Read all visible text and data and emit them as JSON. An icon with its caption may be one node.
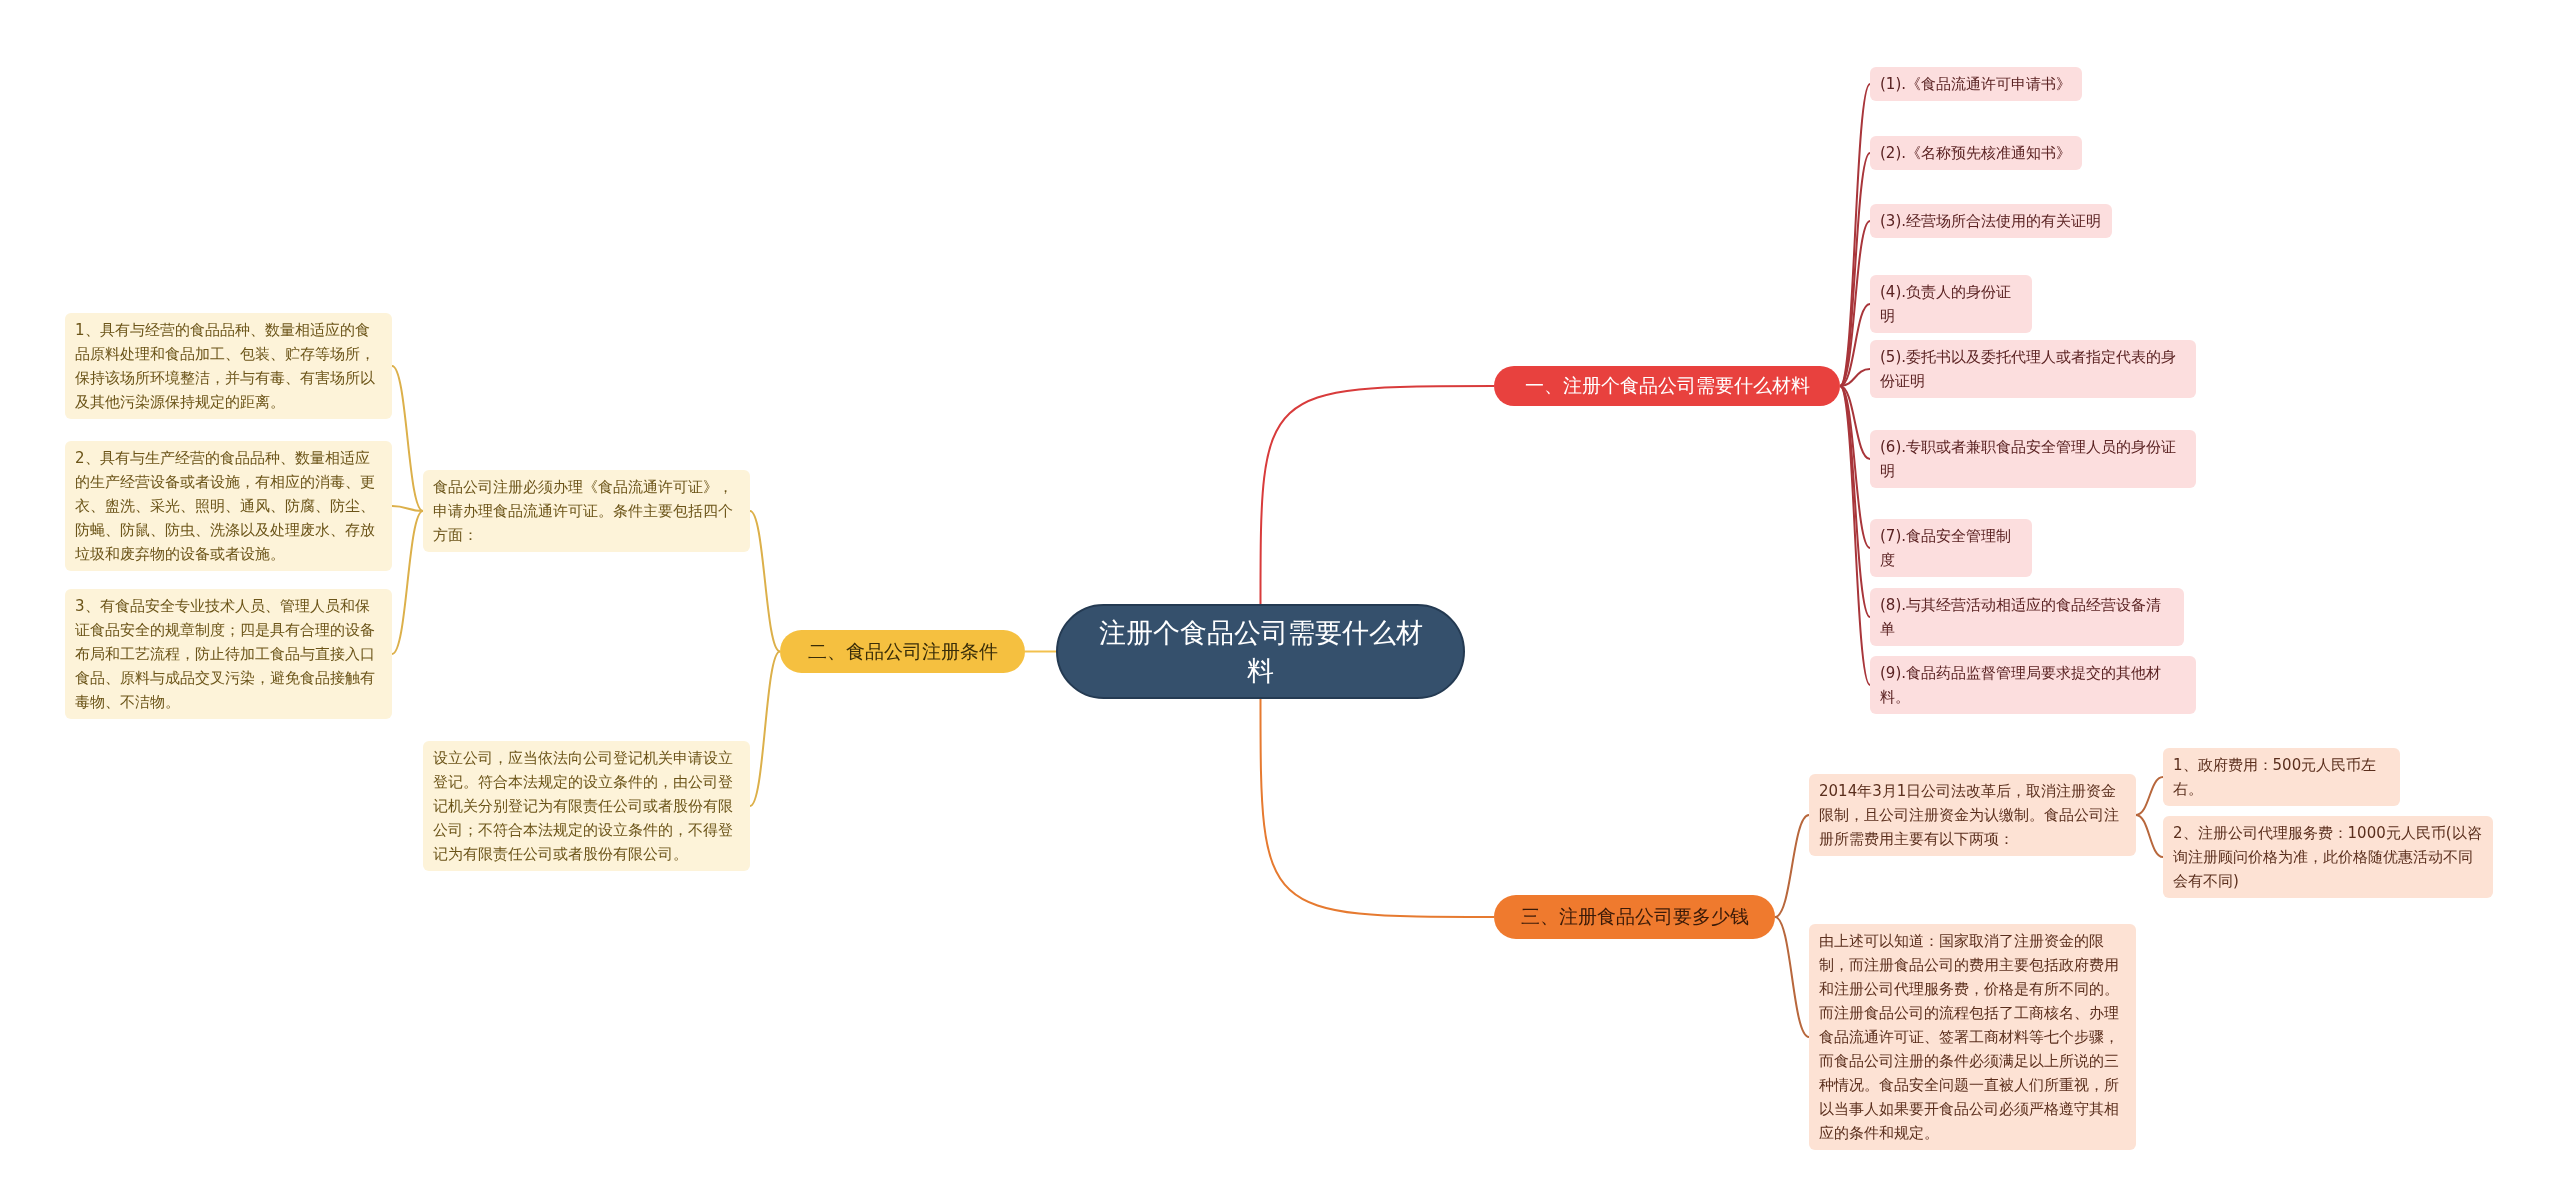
{
  "diagram": {
    "nodes": [
      {
        "text": [
          "注册个食品公司需要什么材料"
        ]
      },
      {
        "text": [
          "一、注册个食品公司需要什么材料"
        ]
      },
      {
        "text": [
          "(1).《食品流通许可申请书》"
        ]
      },
      {
        "text": [
          "(2).《名称预先核准通知书》"
        ]
      },
      {
        "text": [
          "(3).经营场所合法使用的有关证明"
        ]
      },
      {
        "text": [
          "(4).负责人的身份证明"
        ]
      },
      {
        "text": [
          "(5).委托书以及委托代理人或者指定代表的身份证明"
        ]
      },
      {
        "text": [
          "(6).专职或者兼职食品安全管理人员的身份证明"
        ]
      },
      {
        "text": [
          "(7).食品安全管理制度"
        ]
      },
      {
        "text": [
          "(8).与其经营活动相适应的食品经营设备清单"
        ]
      },
      {
        "text": [
          "(9).食品药品监督管理局要求提交的其他材料。"
        ]
      },
      {
        "text": [
          "二、食品公司注册条件"
        ]
      },
      {
        "text": [
          "食品公司注册必须办理《食品流通许可证》，申请办理食品流通许可证。条件主要包括四个方面："
        ]
      },
      {
        "text": [
          "1、具有与经营的食品品种、数量相适应的食品原料处理和食品加工、包装、贮存等场所，保持该场所环境整洁，并与有毒、有害场所以及其他污染源保持规定的距离。"
        ]
      },
      {
        "text": [
          "2、具有与生产经营的食品品种、数量相适应的生产经营设备或者设施，有相应的消毒、更衣、盥洗、采光、照明、通风、防腐、防尘、防蝇、防鼠、防虫、洗涤以及处理废水、存放垃圾和废弃物的设备或者设施。"
        ]
      },
      {
        "text": [
          "3、有食品安全专业技术人员、管理人员和保证食品安全的规章制度；四是具有合理的设备布局和工艺流程，防止待加工食品与直接入口食品、原料与成品交叉污染，避免食品接触有毒物、不洁物。"
        ]
      },
      {
        "text": [
          "设立公司，应当依法向公司登记机关申请设立登记。符合本法规定的设立条件的，由公司登记机关分别登记为有限责任公司或者股份有限公司；不符合本法规定的设立条件的，不得登记为有限责任公司或者股份有限公司。"
        ]
      },
      {
        "text": [
          "三、注册食品公司要多少钱"
        ]
      },
      {
        "text": [
          "2014年3月1日公司法改革后，取消注册资金限制，且公司注册资金为认缴制。食品公司注册所需费用主要有以下两项："
        ]
      },
      {
        "text": [
          "1、政府费用：500元人民币左右。"
        ]
      },
      {
        "text": [
          "2、注册公司代理服务费：1000元人民币(以咨询注册顾问价格为准，此价格随优惠活动不同会有不同)"
        ]
      },
      {
        "text": [
          "由上述可以知道：国家取消了注册资金的限制，而注册食品公司的费用主要包括政府费用和注册公司代理服务费，价格是有所不同的。而注册食品公司的流程包括了工商核名、办理食品流通许可证、签署工商材料等七个步骤，而食品公司注册的条件必须满足以上所说的三种情况。食品安全问题一直被人们所重视，所以当事人如果要开食品公司必须严格遵守其相应的条件和规定。"
        ]
      }
    ],
    "edges": [
      {
        "from": 0,
        "to": 1,
        "arrow": "none",
        "color": "#d83b3b"
      },
      {
        "from": 1,
        "to": 2,
        "arrow": "none",
        "color": "#a8353a"
      },
      {
        "from": 1,
        "to": 3,
        "arrow": "none",
        "color": "#a8353a"
      },
      {
        "from": 1,
        "to": 4,
        "arrow": "none",
        "color": "#a8353a"
      },
      {
        "from": 1,
        "to": 5,
        "arrow": "none",
        "color": "#a8353a"
      },
      {
        "from": 1,
        "to": 6,
        "arrow": "none",
        "color": "#a8353a"
      },
      {
        "from": 1,
        "to": 7,
        "arrow": "none",
        "color": "#a8353a"
      },
      {
        "from": 1,
        "to": 8,
        "arrow": "none",
        "color": "#a8353a"
      },
      {
        "from": 1,
        "to": 9,
        "arrow": "none",
        "color": "#a8353a"
      },
      {
        "from": 1,
        "to": 10,
        "arrow": "none",
        "color": "#a8353a"
      },
      {
        "from": 0,
        "to": 11,
        "arrow": "none",
        "color": "#f2c14e"
      },
      {
        "from": 11,
        "to": 12,
        "arrow": "none",
        "color": "#dcb04a"
      },
      {
        "from": 12,
        "to": 13,
        "arrow": "none",
        "color": "#dcb04a"
      },
      {
        "from": 12,
        "to": 14,
        "arrow": "none",
        "color": "#dcb04a"
      },
      {
        "from": 12,
        "to": 15,
        "arrow": "none",
        "color": "#dcb04a"
      },
      {
        "from": 11,
        "to": 16,
        "arrow": "none",
        "color": "#dcb04a"
      },
      {
        "from": 0,
        "to": 17,
        "arrow": "none",
        "color": "#e67a30"
      },
      {
        "from": 17,
        "to": 18,
        "arrow": "none",
        "color": "#b8673c"
      },
      {
        "from": 18,
        "to": 19,
        "arrow": "none",
        "color": "#b8673c"
      },
      {
        "from": 18,
        "to": 20,
        "arrow": "none",
        "color": "#b8673c"
      },
      {
        "from": 17,
        "to": 21,
        "arrow": "none",
        "color": "#b8673c"
      }
    ]
  }
}
